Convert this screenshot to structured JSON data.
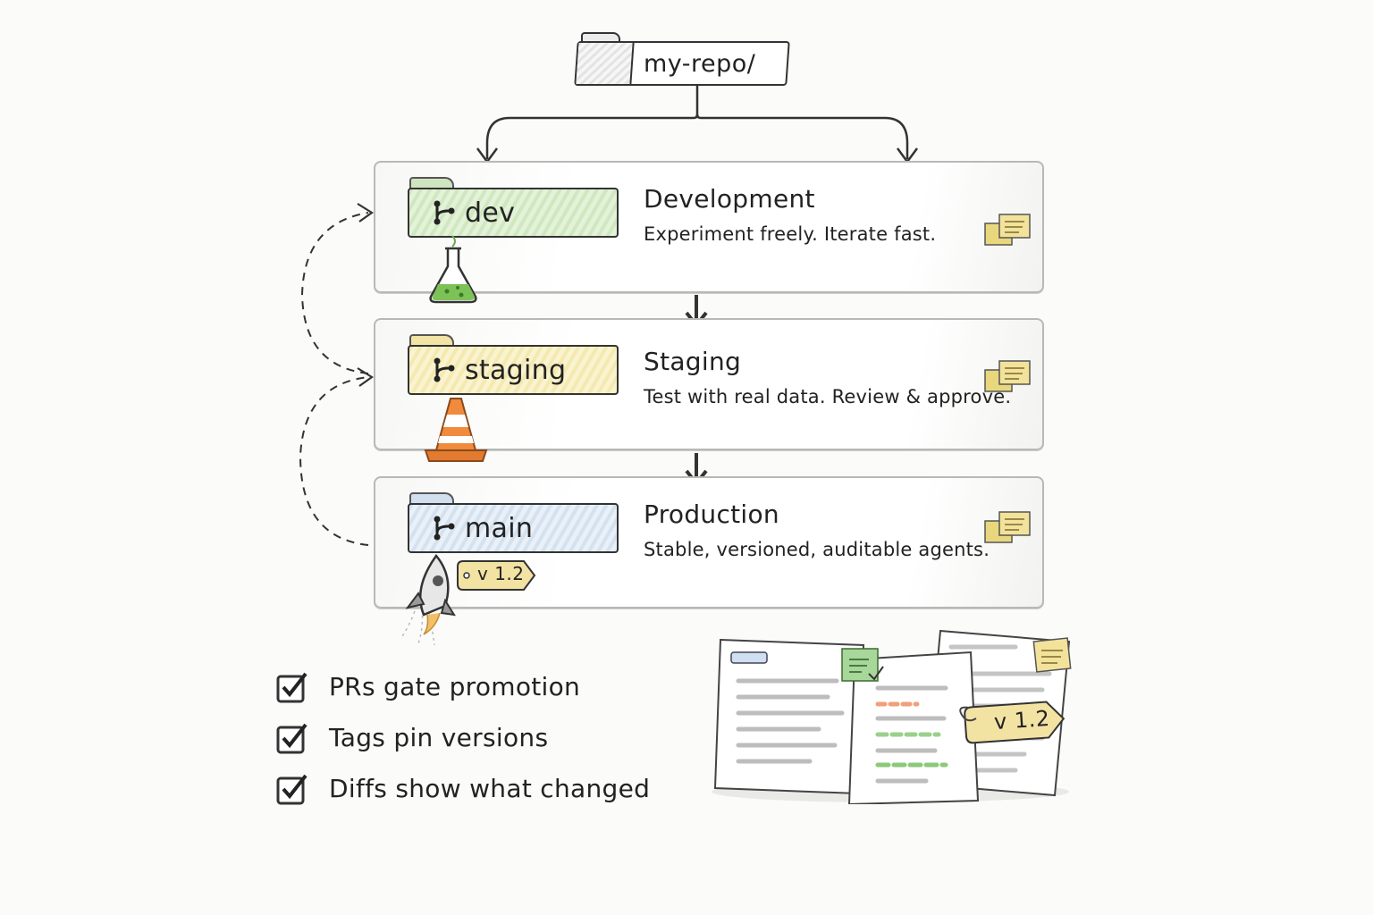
{
  "repo": {
    "label": "my-repo/"
  },
  "stages": [
    {
      "branch": "dev",
      "title": "Development",
      "description": "Experiment freely. Iterate fast.",
      "color": "#8cc96b"
    },
    {
      "branch": "staging",
      "title": "Staging",
      "description": "Test with real data. Review & approve.",
      "color": "#e8d46a"
    },
    {
      "branch": "main",
      "title": "Production",
      "description": "Stable, versioned, auditable agents.",
      "color": "#9db8d8"
    }
  ],
  "rocket_tag": "v 1.2",
  "doc_tag": "v 1.2",
  "checklist": [
    "PRs gate promotion",
    "Tags pin versions",
    "Diffs show what changed"
  ],
  "icons": {
    "dev": "flask-icon",
    "staging": "traffic-cone-icon",
    "main": "rocket-icon",
    "branch": "git-branch-icon",
    "note": "sticky-note-icon",
    "check": "checkbox-checked-icon"
  }
}
